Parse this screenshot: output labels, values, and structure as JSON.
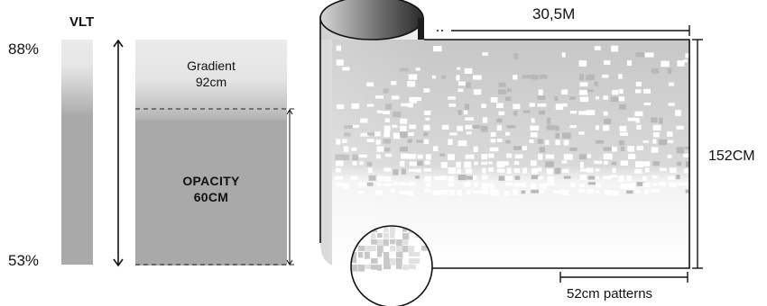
{
  "vlt": {
    "title": "VLT",
    "top_value": "88%",
    "bottom_value": "53%"
  },
  "panel": {
    "gradient_label": "Gradient",
    "gradient_length": "92cm",
    "opacity_label": "OPACITY",
    "opacity_length": "60CM"
  },
  "roll": {
    "length_label": "30,5M",
    "height_label": "152CM",
    "pattern_label": "52cm patterns"
  },
  "colors": {
    "light_gray": "#ebebeb",
    "dark_gray": "#a9a9a9",
    "line": "#111111"
  }
}
